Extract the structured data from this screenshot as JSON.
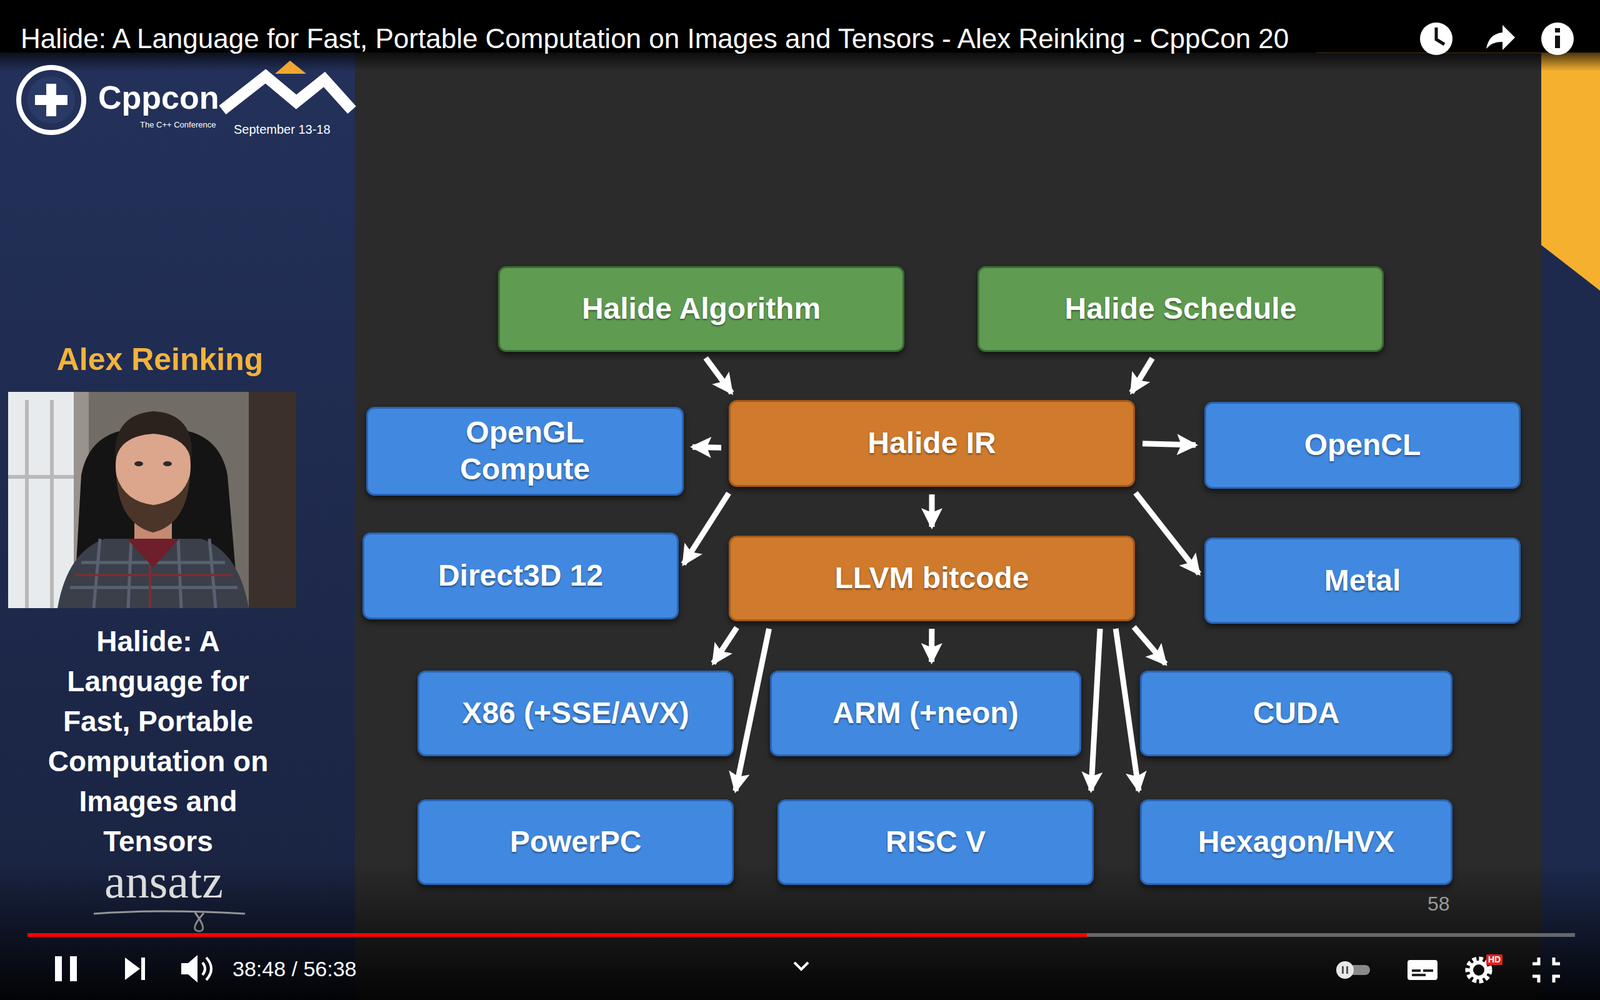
{
  "diagram": {
    "title": "Halide: A Language for Fast, Portable Computation on Images and Tensors - Alex Reinking - CppCon 20",
    "nodes": [
      {
        "text": [
          "Halide Algorithm"
        ]
      },
      {
        "text": [
          "Halide Schedule"
        ]
      },
      {
        "text": [
          "OpenGL Compute"
        ]
      },
      {
        "text": [
          "Halide IR"
        ]
      },
      {
        "text": [
          "OpenCL"
        ]
      },
      {
        "text": [
          "Direct3D 12"
        ]
      },
      {
        "text": [
          "LLVM bitcode"
        ]
      },
      {
        "text": [
          "Metal"
        ]
      },
      {
        "text": [
          "X86 (+SSE/AVX)"
        ]
      },
      {
        "text": [
          "ARM (+neon)"
        ]
      },
      {
        "text": [
          "CUDA"
        ]
      },
      {
        "text": [
          "PowerPC"
        ]
      },
      {
        "text": [
          "RISC V"
        ]
      },
      {
        "text": [
          "Hexagon/HVX"
        ]
      }
    ],
    "edges": [
      {
        "from": 0,
        "to": 3,
        "arrow": "to"
      },
      {
        "from": 1,
        "to": 3,
        "arrow": "to"
      },
      {
        "from": 3,
        "to": 2,
        "arrow": "to"
      },
      {
        "from": 3,
        "to": 4,
        "arrow": "to"
      },
      {
        "from": 3,
        "to": 5,
        "arrow": "to"
      },
      {
        "from": 3,
        "to": 6,
        "arrow": "to"
      },
      {
        "from": 3,
        "to": 7,
        "arrow": "to"
      },
      {
        "from": 6,
        "to": 8,
        "arrow": "to"
      },
      {
        "from": 6,
        "to": 11,
        "arrow": "to"
      },
      {
        "from": 6,
        "to": 9,
        "arrow": "to"
      },
      {
        "from": 6,
        "to": 12,
        "arrow": "to"
      },
      {
        "from": 6,
        "to": 13,
        "arrow": "to"
      },
      {
        "from": 6,
        "to": 10,
        "arrow": "to"
      }
    ],
    "labels": [
      "Cppcon",
      "The C++ Conference",
      "September 13-18",
      "Alex Reinking",
      "Halide: A Language for Fast, Portable Computation on Images and Tensors",
      "ansatz",
      "58",
      "38:48 / 56:38",
      "HD"
    ]
  }
}
